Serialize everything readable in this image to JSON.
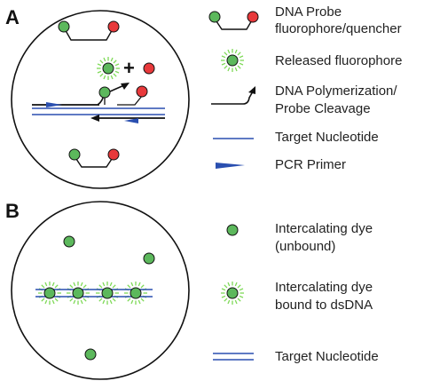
{
  "panels": {
    "a_label": "A",
    "b_label": "B"
  },
  "legend_a": [
    {
      "icon": "probe-icon",
      "lines": [
        "DNA Probe",
        "fluorophore/quencher"
      ]
    },
    {
      "icon": "released-fluorophore-icon",
      "lines": [
        "Released fluorophore"
      ]
    },
    {
      "icon": "polymerization-arrow-icon",
      "lines": [
        "DNA Polymerization/",
        "Probe Cleavage"
      ]
    },
    {
      "icon": "target-nucleotide-line-icon",
      "lines": [
        "Target Nucleotide"
      ]
    },
    {
      "icon": "pcr-primer-icon",
      "lines": [
        "PCR Primer"
      ]
    }
  ],
  "legend_b": [
    {
      "icon": "intercalating-dye-unbound-icon",
      "lines": [
        "Intercalating dye",
        "(unbound)"
      ]
    },
    {
      "icon": "intercalating-dye-bound-icon",
      "lines": [
        "Intercalating dye",
        "bound to dsDNA"
      ]
    },
    {
      "icon": "target-nucleotide-double-line-icon",
      "lines": [
        "Target Nucleotide"
      ]
    }
  ],
  "diagram_a": {
    "plus_sign": "+"
  },
  "colors": {
    "fluorophore_green": "#5cb85c",
    "quencher_red": "#e8393b",
    "glow_green": "#7ed957",
    "strand_blue": "#2a4fb0",
    "outline": "#111111"
  }
}
